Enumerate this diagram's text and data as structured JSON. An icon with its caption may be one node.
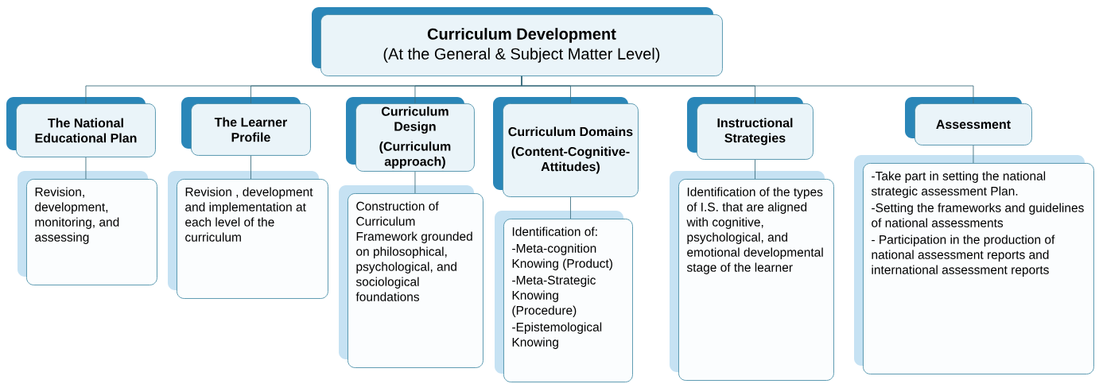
{
  "diagram": {
    "nodes": [
      {
        "text": [
          "Curriculum Development",
          "(At the General & Subject Matter Level)"
        ]
      },
      {
        "text": [
          "The National Educational Plan"
        ]
      },
      {
        "text": [
          "The Learner Profile"
        ]
      },
      {
        "text": [
          "Curriculum Design",
          "(Curriculum approach)"
        ]
      },
      {
        "text": [
          "Curriculum Domains",
          "(Content-Cognitive-Attitudes)"
        ]
      },
      {
        "text": [
          "Instructional Strategies"
        ]
      },
      {
        "text": [
          "Assessment"
        ]
      },
      {
        "text": [
          "Revision, development, monitoring, and assessing"
        ]
      },
      {
        "text": [
          "Revision , development and implementation at each level of the curriculum"
        ]
      },
      {
        "text": [
          "Construction of Curriculum Framework grounded on philosophical, psychological, and sociological foundations"
        ]
      },
      {
        "text": [
          "Identification of:",
          "-Meta-cognition Knowing (Product)",
          "-Meta-Strategic Knowing (Procedure)",
          "-Epistemological Knowing"
        ]
      },
      {
        "text": [
          "Identification of the types of I.S. that are aligned with cognitive, psychological, and emotional developmental stage of the learner"
        ]
      },
      {
        "text": [
          "-Take part in setting the national strategic assessment Plan.",
          "-Setting the frameworks and guidelines of national assessments",
          "- Participation in the production of national assessment reports and international assessment reports"
        ]
      }
    ],
    "edges": [
      {
        "from": 0,
        "to": 1,
        "arrow": "none"
      },
      {
        "from": 0,
        "to": 2,
        "arrow": "none"
      },
      {
        "from": 0,
        "to": 3,
        "arrow": "none"
      },
      {
        "from": 0,
        "to": 4,
        "arrow": "none"
      },
      {
        "from": 0,
        "to": 5,
        "arrow": "none"
      },
      {
        "from": 0,
        "to": 6,
        "arrow": "none"
      },
      {
        "from": 1,
        "to": 7,
        "arrow": "none"
      },
      {
        "from": 2,
        "to": 8,
        "arrow": "none"
      },
      {
        "from": 3,
        "to": 9,
        "arrow": "none"
      },
      {
        "from": 4,
        "to": 10,
        "arrow": "none"
      },
      {
        "from": 5,
        "to": 11,
        "arrow": "none"
      },
      {
        "from": 6,
        "to": 12,
        "arrow": "none"
      }
    ]
  }
}
